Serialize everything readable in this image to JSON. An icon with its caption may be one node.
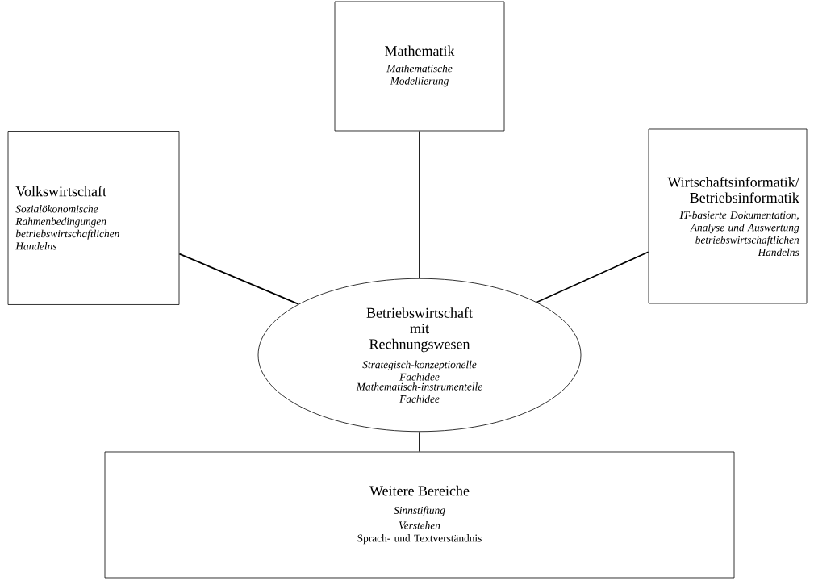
{
  "diagram": {
    "nodes": [
      {
        "text": [
          "Mathematik",
          "Mathematische Modellierung"
        ]
      },
      {
        "text": [
          "Volkswirtschaft",
          "Sozialökonomische Rahmenbedingungen betriebswirtschaftlichen Handelns"
        ]
      },
      {
        "text": [
          "Wirtschaftsinformatik/ Betriebsinformatik",
          "IT-basierte Dokumentation, Analyse und Auswertung betriebswirtschaftlichen Handelns"
        ]
      },
      {
        "text": [
          "Betriebswirtschaft mit Rechnungswesen",
          "Strategisch-konzeptionelle Fachidee",
          "Mathematisch-instrumentelle Fachidee"
        ]
      },
      {
        "text": [
          "Weitere Bereiche",
          "Sinnstiftung",
          "Verstehen",
          "Sprach- und Textverständnis"
        ]
      }
    ],
    "edges": [
      {
        "from": 0,
        "to": 3,
        "arrow": "none"
      },
      {
        "from": 1,
        "to": 3,
        "arrow": "none"
      },
      {
        "from": 2,
        "to": 3,
        "arrow": "none"
      },
      {
        "from": 3,
        "to": 4,
        "arrow": "none"
      }
    ]
  }
}
